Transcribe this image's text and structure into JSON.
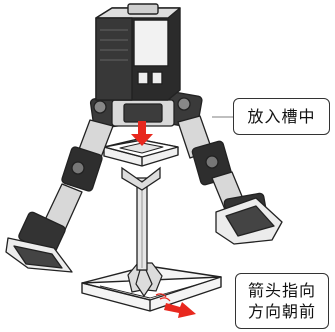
{
  "labels": {
    "insert_into_slot": "放入槽中",
    "arrow_direction_line1": "箭头指向",
    "arrow_direction_line2": "方向朝前"
  },
  "colors": {
    "arrow_red": "#e8281e",
    "robot_dark": "#2a2a2a",
    "outline": "#222222",
    "servo_grey": "#6e6e6e"
  }
}
